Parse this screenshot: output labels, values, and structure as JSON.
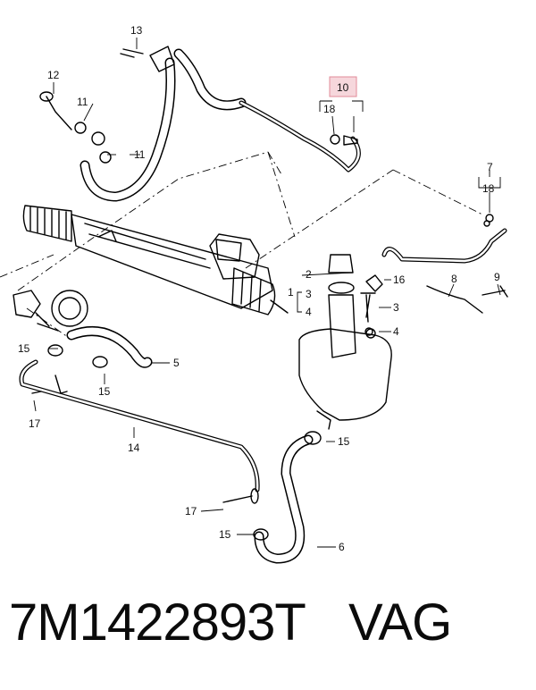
{
  "footer": {
    "part_number": "7M1422893T",
    "brand": "VAG"
  },
  "callouts": {
    "c1": "1",
    "c2": "2",
    "c3a": "3",
    "c3b": "3",
    "c4a": "4",
    "c4b": "4",
    "c5": "5",
    "c6": "6",
    "c7": "7",
    "c8": "8",
    "c9": "9",
    "c10": "10",
    "c11a": "11",
    "c11b": "11",
    "c12": "12",
    "c13": "13",
    "c14": "14",
    "c15a": "15",
    "c15b": "15",
    "c15c": "15",
    "c15d": "15",
    "c16": "16",
    "c17a": "17",
    "c17b": "17",
    "c18a": "18",
    "c18b": "18"
  },
  "highlight": {
    "callout": "10",
    "color": "#f6d7dc",
    "border": "#e28b9a"
  }
}
